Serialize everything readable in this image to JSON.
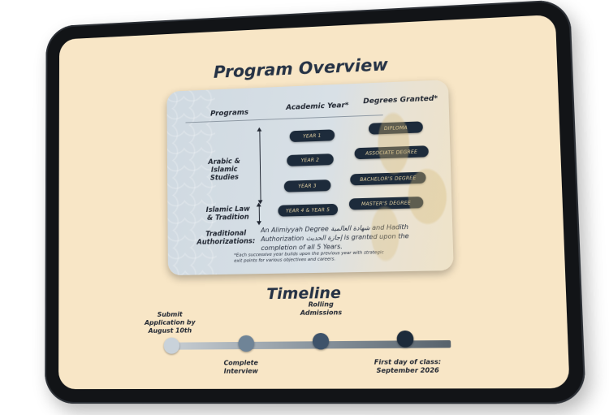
{
  "overview": {
    "title": "Program Overview",
    "headers": {
      "programs": "Programs",
      "academic_year": "Academic Year*",
      "degrees_granted": "Degrees Granted*"
    },
    "program_groups": [
      {
        "label": "Arabic & Islamic Studies"
      },
      {
        "label": "Islamic Law & Tradition"
      }
    ],
    "rows": [
      {
        "year": "YEAR 1",
        "degree": "DIPLOMA"
      },
      {
        "year": "YEAR 2",
        "degree": "ASSOCIATE DEGREE"
      },
      {
        "year": "YEAR 3",
        "degree": "BACHELOR'S DEGREE"
      },
      {
        "year": "YEAR 4 & YEAR 5",
        "degree": "MASTER'S DEGREE"
      }
    ],
    "traditional": {
      "label": "Traditional Authorizations:",
      "text": "An Alimiyyah Degree شهادة العالمية and Hadith Authorization إجازة الحديث is granted upon the completion of all 5 Years."
    },
    "footnote": "*Each successive year builds upon the previous year with strategic exit points for various objectives and careers."
  },
  "timeline": {
    "title": "Timeline",
    "milestones": [
      {
        "label": "Submit Application by August 10th",
        "color": "#c9d2da"
      },
      {
        "label": "Complete Interview",
        "color": "#6f8497"
      },
      {
        "label": "Rolling Admissions",
        "color": "#3e536a"
      },
      {
        "label": "First day of class: September 2026",
        "color": "#1d2b3b"
      }
    ]
  },
  "colors": {
    "background": "#f8e6c6",
    "navy": "#1d2b3b",
    "gold_text": "#e6d3a4",
    "bezel": "#121417"
  }
}
